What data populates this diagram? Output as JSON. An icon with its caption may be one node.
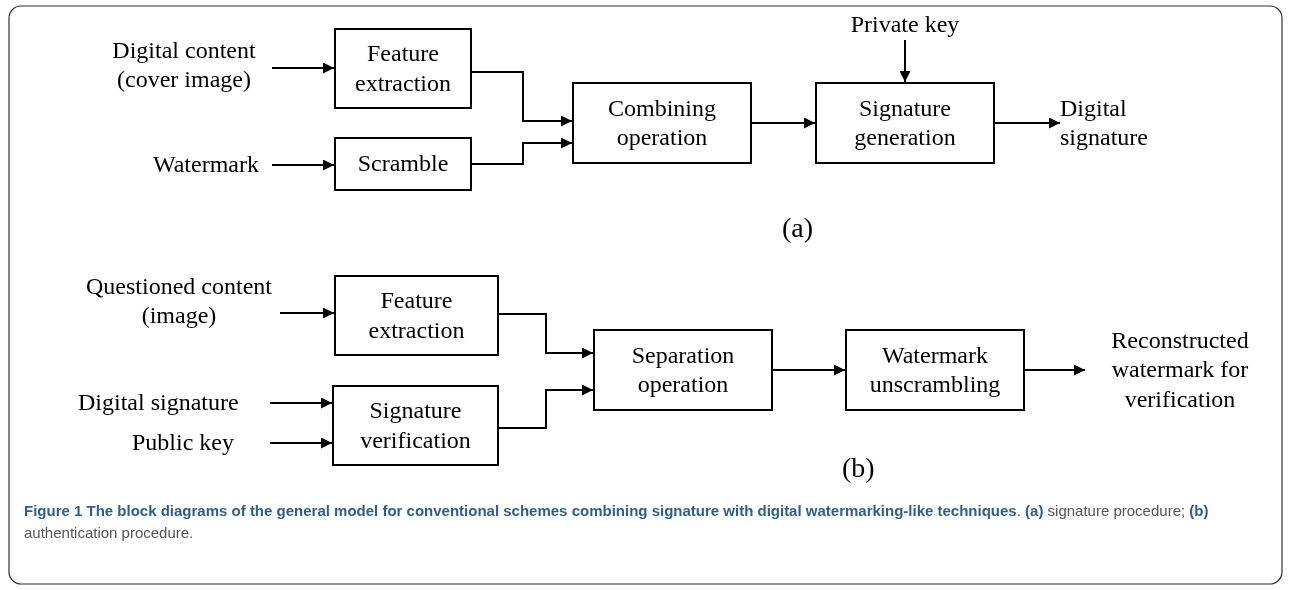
{
  "diagram": {
    "caption": "**Figure 1 The block diagrams of the general model for conventional schemes combining signature with digital watermarking-like techniques**. **(a)** signature procedure; **(b)** authentication procedure.",
    "nodes": [
      {
        "text": [
          "Digital content (cover image)"
        ]
      },
      {
        "text": [
          "Feature extraction"
        ]
      },
      {
        "text": [
          "Watermark"
        ]
      },
      {
        "text": [
          "Scramble"
        ]
      },
      {
        "text": [
          "Combining operation"
        ]
      },
      {
        "text": [
          "Private key"
        ]
      },
      {
        "text": [
          "Signature generation"
        ]
      },
      {
        "text": [
          "Digital signature"
        ]
      },
      {
        "text": [
          "Questioned content (image)"
        ]
      },
      {
        "text": [
          "Feature extraction"
        ]
      },
      {
        "text": [
          "Digital signature"
        ]
      },
      {
        "text": [
          "Public key"
        ]
      },
      {
        "text": [
          "Signature verification"
        ]
      },
      {
        "text": [
          "Separation operation"
        ]
      },
      {
        "text": [
          "Watermark unscrambling"
        ]
      },
      {
        "text": [
          "Reconstructed watermark for verification"
        ]
      }
    ],
    "edges": [
      {
        "from": 0,
        "to": 1,
        "arrow": "to"
      },
      {
        "from": 2,
        "to": 3,
        "arrow": "to"
      },
      {
        "from": 1,
        "to": 4,
        "arrow": "to"
      },
      {
        "from": 3,
        "to": 4,
        "arrow": "to"
      },
      {
        "from": 5,
        "to": 6,
        "arrow": "to"
      },
      {
        "from": 4,
        "to": 6,
        "arrow": "to"
      },
      {
        "from": 6,
        "to": 7,
        "arrow": "to"
      },
      {
        "from": 8,
        "to": 9,
        "arrow": "to"
      },
      {
        "from": 10,
        "to": 12,
        "arrow": "to"
      },
      {
        "from": 11,
        "to": 12,
        "arrow": "to"
      },
      {
        "from": 9,
        "to": 13,
        "arrow": "to"
      },
      {
        "from": 12,
        "to": 13,
        "arrow": "to"
      },
      {
        "from": 13,
        "to": 14,
        "arrow": "to"
      },
      {
        "from": 14,
        "to": 15,
        "arrow": "to"
      }
    ],
    "labels": [
      "(a)",
      "(b)"
    ]
  }
}
